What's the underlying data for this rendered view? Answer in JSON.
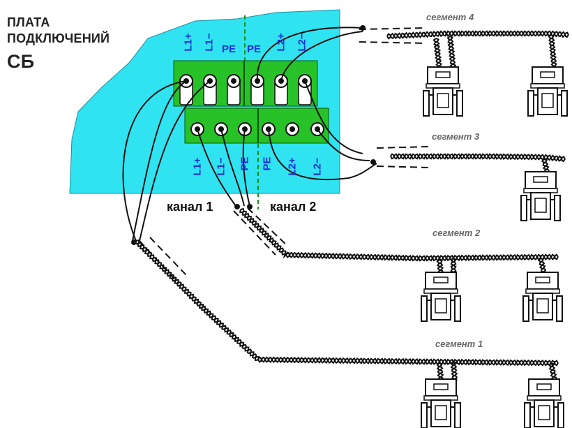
{
  "board": {
    "title_line1": "ПЛАТА",
    "title_line2": "ПОДКЛЮЧЕНИЙ",
    "title_line3": "СБ"
  },
  "upper_terminals": [
    "L1+",
    "L1−",
    "PE",
    "PE",
    "L2+",
    "L2−"
  ],
  "lower_terminals": [
    "L1+",
    "L1−",
    "PE",
    "PE",
    "L2+",
    "L2−"
  ],
  "channels": {
    "ch1": "канал 1",
    "ch2": "канал 2"
  },
  "segments": {
    "s4": "сегмент 4",
    "s3": "сегмент 3",
    "s2": "сегмент 2",
    "s1": "сегмент 1"
  },
  "colors": {
    "board_fill": "#2fe3f0",
    "terminal_green": "#27c227",
    "label_blue": "#1a2fd8",
    "wire": "#111111",
    "divider": "#1a8f1a"
  }
}
